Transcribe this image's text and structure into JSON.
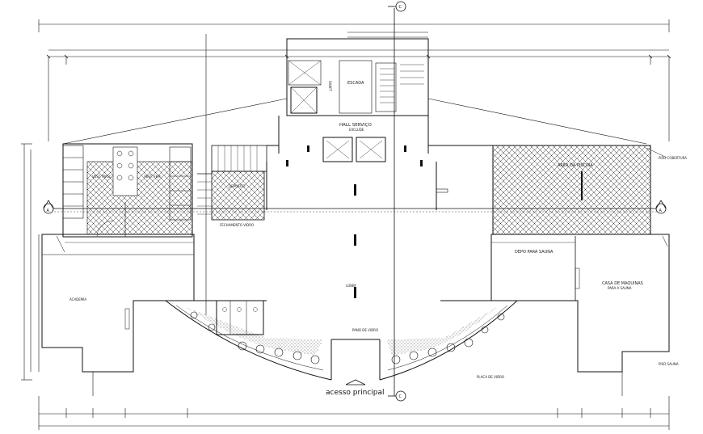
{
  "labels": {
    "hall": "HALL SERVIÇO",
    "hall_sub": "EXCLUDE",
    "escada": "ESCADA",
    "shaft": "SHAFT",
    "area_piscina": "AREA DA PISCINA",
    "depo_sauna": "DEPO PARA SAUNA",
    "casa_maquinas": "CASA DE MAQUINAS",
    "casa_maquinas_sub": "PARA A SAUNA",
    "academia": "ACADEMIA",
    "lobby": "LOBBY",
    "access": "acesso principal",
    "section_mark": "A",
    "axis_mark": "C",
    "vest_masc": "VEST. MASC.",
    "vest_fem": "VEST. FEM.",
    "deposito": "DEPOSITO",
    "fechamento": "FECHAMENTO VIDRO",
    "placa_vidro": "PLACA DE VIDRO",
    "piso_cobertura": "PISO COBERTURA",
    "piso_sauna": "PISO SAUNA",
    "pano_vidro": "PANO DE VIDRO"
  },
  "colors": {
    "line": "#111111",
    "hatch": "#333333",
    "background": "#ffffff"
  },
  "icons": [
    "section-marker-icon",
    "axis-marker-icon",
    "north-arrow-icon",
    "tree-icon"
  ]
}
